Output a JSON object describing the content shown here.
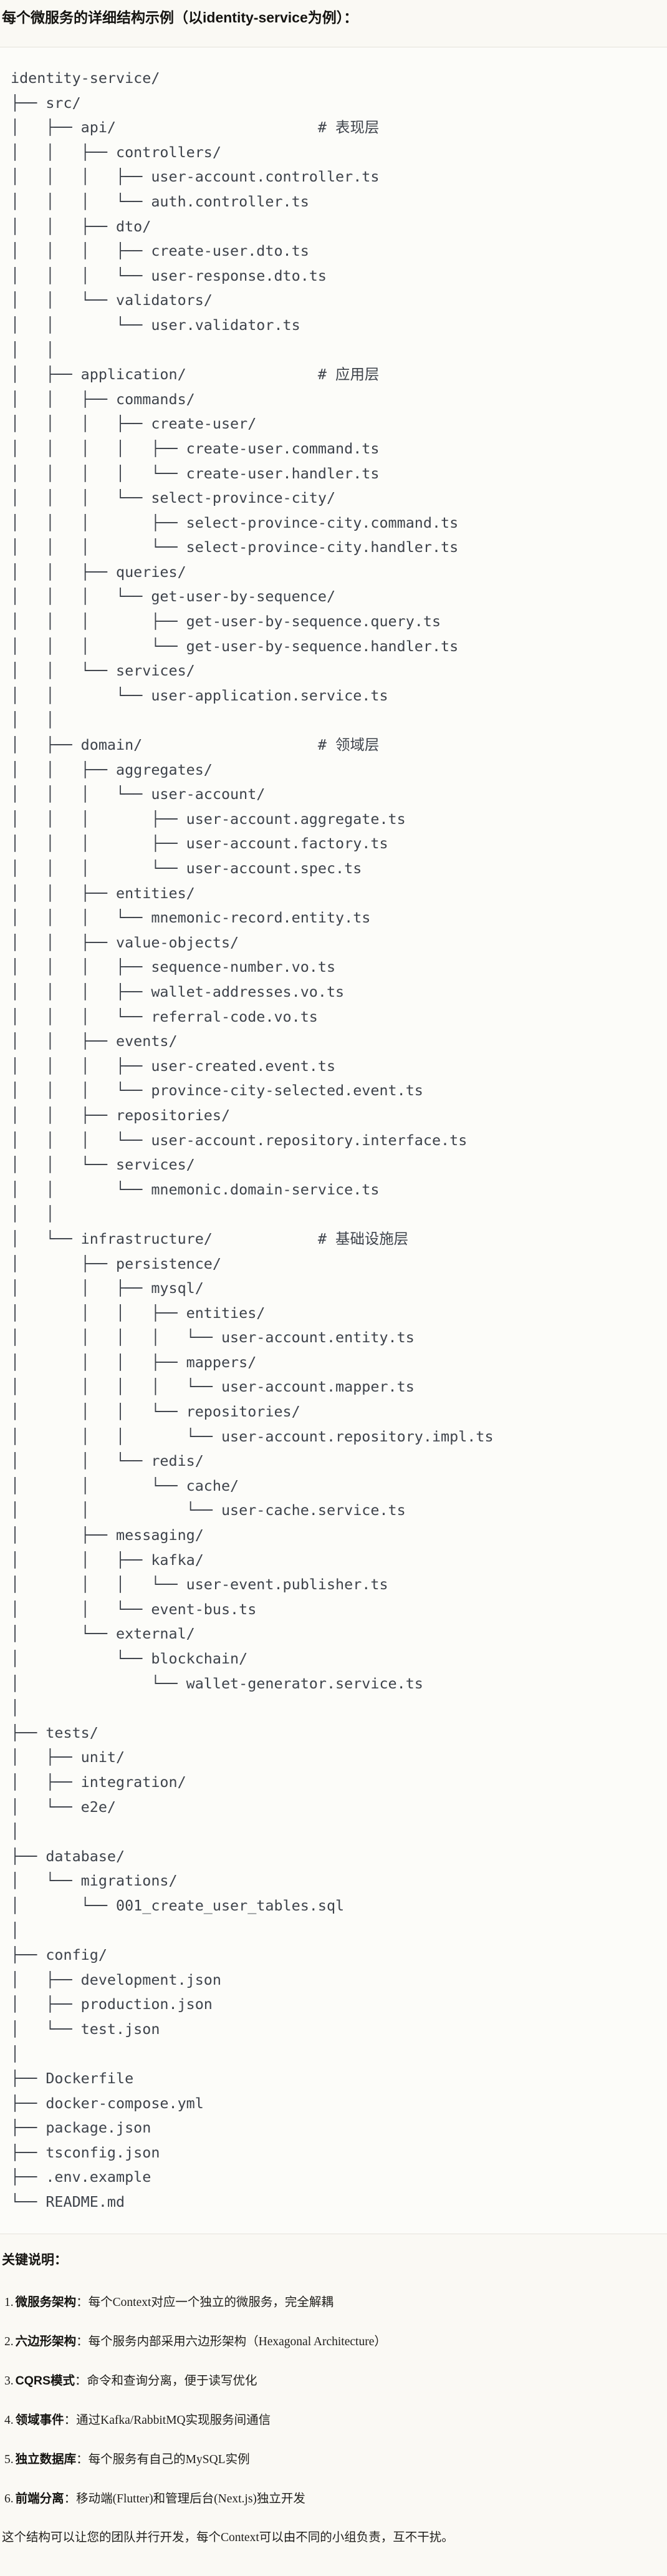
{
  "page": {
    "title": "每个微服务的详细结构示例（以identity-service为例）：",
    "colors": {
      "page_bg": "#faf9f4",
      "code_bg": "#fcfcf9",
      "border": "#e5e3db",
      "tree_text": "#3e434b",
      "body_text": "#1d1c19"
    }
  },
  "tree": {
    "lines": [
      "identity-service/",
      "├── src/",
      "│   ├── api/                       # 表现层",
      "│   │   ├── controllers/",
      "│   │   │   ├── user-account.controller.ts",
      "│   │   │   └── auth.controller.ts",
      "│   │   ├── dto/",
      "│   │   │   ├── create-user.dto.ts",
      "│   │   │   └── user-response.dto.ts",
      "│   │   └── validators/",
      "│   │       └── user.validator.ts",
      "│   │",
      "│   ├── application/               # 应用层",
      "│   │   ├── commands/",
      "│   │   │   ├── create-user/",
      "│   │   │   │   ├── create-user.command.ts",
      "│   │   │   │   └── create-user.handler.ts",
      "│   │   │   └── select-province-city/",
      "│   │   │       ├── select-province-city.command.ts",
      "│   │   │       └── select-province-city.handler.ts",
      "│   │   ├── queries/",
      "│   │   │   └── get-user-by-sequence/",
      "│   │   │       ├── get-user-by-sequence.query.ts",
      "│   │   │       └── get-user-by-sequence.handler.ts",
      "│   │   └── services/",
      "│   │       └── user-application.service.ts",
      "│   │",
      "│   ├── domain/                    # 领域层",
      "│   │   ├── aggregates/",
      "│   │   │   └── user-account/",
      "│   │   │       ├── user-account.aggregate.ts",
      "│   │   │       ├── user-account.factory.ts",
      "│   │   │       └── user-account.spec.ts",
      "│   │   ├── entities/",
      "│   │   │   └── mnemonic-record.entity.ts",
      "│   │   ├── value-objects/",
      "│   │   │   ├── sequence-number.vo.ts",
      "│   │   │   ├── wallet-addresses.vo.ts",
      "│   │   │   └── referral-code.vo.ts",
      "│   │   ├── events/",
      "│   │   │   ├── user-created.event.ts",
      "│   │   │   └── province-city-selected.event.ts",
      "│   │   ├── repositories/",
      "│   │   │   └── user-account.repository.interface.ts",
      "│   │   └── services/",
      "│   │       └── mnemonic.domain-service.ts",
      "│   │",
      "│   └── infrastructure/            # 基础设施层",
      "│       ├── persistence/",
      "│       │   ├── mysql/",
      "│       │   │   ├── entities/",
      "│       │   │   │   └── user-account.entity.ts",
      "│       │   │   ├── mappers/",
      "│       │   │   │   └── user-account.mapper.ts",
      "│       │   │   └── repositories/",
      "│       │   │       └── user-account.repository.impl.ts",
      "│       │   └── redis/",
      "│       │       └── cache/",
      "│       │           └── user-cache.service.ts",
      "│       ├── messaging/",
      "│       │   ├── kafka/",
      "│       │   │   └── user-event.publisher.ts",
      "│       │   └── event-bus.ts",
      "│       └── external/",
      "│           └── blockchain/",
      "│               └── wallet-generator.service.ts",
      "│",
      "├── tests/",
      "│   ├── unit/",
      "│   ├── integration/",
      "│   └── e2e/",
      "│",
      "├── database/",
      "│   └── migrations/",
      "│       └── 001_create_user_tables.sql",
      "│",
      "├── config/",
      "│   ├── development.json",
      "│   ├── production.json",
      "│   └── test.json",
      "│",
      "├── Dockerfile",
      "├── docker-compose.yml",
      "├── package.json",
      "├── tsconfig.json",
      "├── .env.example",
      "└── README.md"
    ]
  },
  "notes": {
    "heading": "关键说明：",
    "items": [
      {
        "num": "1.",
        "label": "微服务架构",
        "text": "：每个Context对应一个独立的微服务，完全解耦"
      },
      {
        "num": "2.",
        "label": "六边形架构",
        "text": "：每个服务内部采用六边形架构（Hexagonal Architecture）"
      },
      {
        "num": "3.",
        "label": "CQRS模式",
        "text": "：命令和查询分离，便于读写优化"
      },
      {
        "num": "4.",
        "label": "领域事件",
        "text": "：通过Kafka/RabbitMQ实现服务间通信"
      },
      {
        "num": "5.",
        "label": "独立数据库",
        "text": "：每个服务有自己的MySQL实例"
      },
      {
        "num": "6.",
        "label": "前端分离",
        "text": "：移动端(Flutter)和管理后台(Next.js)独立开发"
      }
    ],
    "closing": "这个结构可以让您的团队并行开发，每个Context可以由不同的小组负责，互不干扰。"
  }
}
